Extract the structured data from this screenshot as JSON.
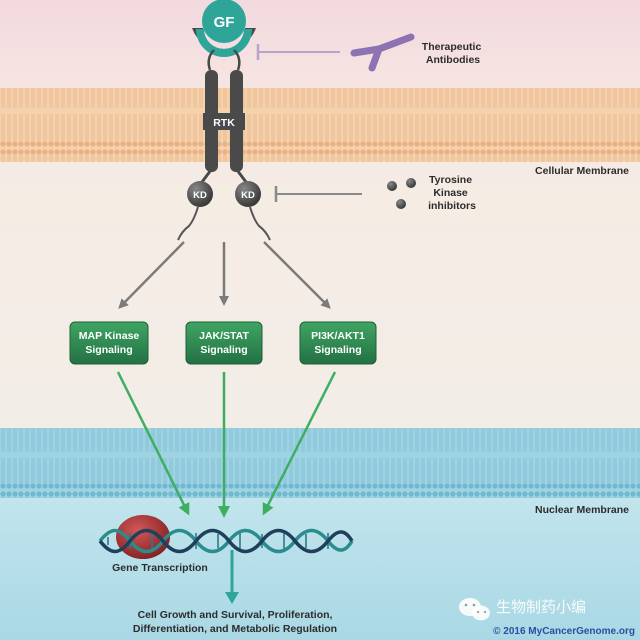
{
  "labels": {
    "growth_factor": "GF",
    "receptor": "RTK",
    "kinase_domain": "KD",
    "therapeutic_antibodies": [
      "Therapeutic",
      "Antibodies"
    ],
    "tyrosine_kinase_inhibitors": [
      "Tyrosine",
      "Kinase",
      "inhibitors"
    ],
    "cellular_membrane": "Cellular Membrane",
    "nuclear_membrane": "Nuclear Membrane",
    "gene_transcription": "Gene Transcription",
    "outcome": [
      "Cell Growth and Survival, Proliferation,",
      "Differentiation, and Metabolic Regulation"
    ]
  },
  "pathways": [
    {
      "lines": [
        "MAP Kinase",
        "Signaling"
      ]
    },
    {
      "lines": [
        "JAK/STAT",
        "Signaling"
      ]
    },
    {
      "lines": [
        "PI3K/AKT1",
        "Signaling"
      ]
    }
  ],
  "watermark": {
    "text": "生物制药小编",
    "copyright": "© 2016 MyCancerGenome.org"
  },
  "colors": {
    "teal": "#2fa59a",
    "pathway_green": "#2f8a52",
    "arrow_green": "#3fae63",
    "antibody_purple": "#8e73b3",
    "receptor_gray": "#4a4a4a",
    "membrane_orange": "#f3c9a0",
    "nucleus_blue": "#9fd0e0",
    "nucleolus_red": "#9a2a2a",
    "copyright_blue": "#2a4fa0"
  }
}
